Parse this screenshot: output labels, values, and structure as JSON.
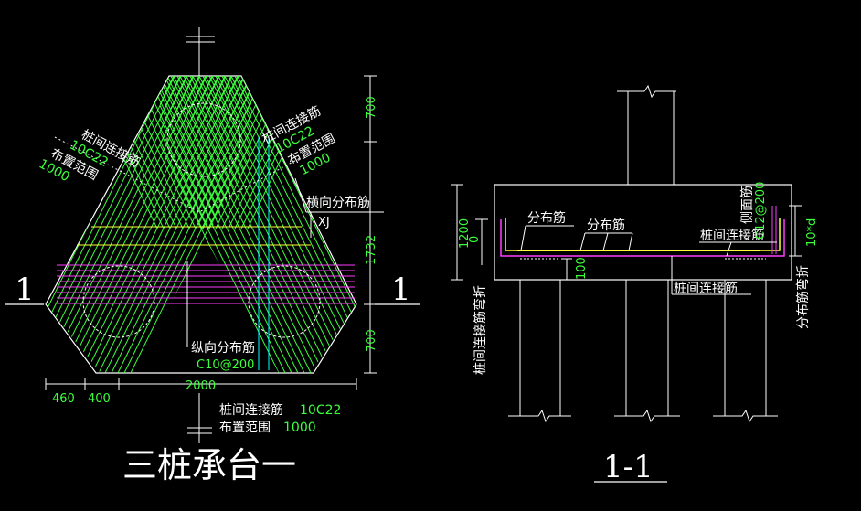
{
  "colors": {
    "background": "#000000",
    "line": "#ffffff",
    "rebar_green": "#3dff3d",
    "rebar_magenta": "#ff3dff",
    "rebar_yellow": "#ffff3d",
    "dimension_green": "#3dff3d",
    "cyan": "#00ffff"
  },
  "plan": {
    "title": "三桩承台一",
    "section_marker": "1",
    "left_note": {
      "label": "桩间连接筋",
      "rebar": "10C22",
      "range_label": "布置范围",
      "range_value": "1000"
    },
    "right_note": {
      "label": "桩间连接筋",
      "rebar": "10C22",
      "range_label": "布置范围",
      "range_value": "1000"
    },
    "transverse_label": "横向分布筋",
    "transverse_rebar": "XJ",
    "longitudinal_label": "纵向分布筋",
    "longitudinal_rebar": "C10@200",
    "bottom_note": {
      "label": "桩间连接筋",
      "rebar": "10C22",
      "range_label": "布置范围",
      "range_value": "1000"
    },
    "dims_right": [
      "700",
      "1732",
      "700"
    ],
    "dims_bottom": [
      "460",
      "400",
      "2000"
    ]
  },
  "section": {
    "title": "1-1",
    "labels": {
      "distribution_1": "分布筋",
      "distribution_2": "分布筋",
      "connection_top": "桩间连接筋",
      "connection_bottom": "桩间连接筋",
      "side_face": "侧面筋",
      "side_face_rebar": "C12@200",
      "connection_bend": "桩间连接筋弯折",
      "distribution_bend": "分布筋弯折"
    },
    "dims": {
      "height": "1200",
      "cover": "0",
      "embed": "100",
      "bend": "10*d"
    }
  }
}
